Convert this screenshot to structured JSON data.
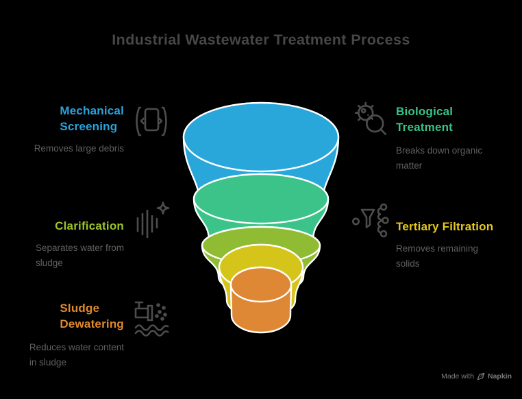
{
  "title": "Industrial Wastewater Treatment Process",
  "stages": [
    {
      "label": "Mechanical\nScreening",
      "description": "Removes large debris",
      "color": "#2BA3DB",
      "icon": "screening-icon"
    },
    {
      "label": "Biological\nTreatment",
      "description": "Breaks down organic\nmatter",
      "color": "#39C487",
      "icon": "microbe-magnifier-icon"
    },
    {
      "label": "Clarification",
      "description": "Separates water from\nsludge",
      "color": "#9DC428",
      "icon": "settling-bars-sparkle-icon"
    },
    {
      "label": "Tertiary Filtration",
      "description": "Removes remaining\nsolids",
      "color": "#E3C820",
      "icon": "funnel-branch-icon"
    },
    {
      "label": "Sludge\nDewatering",
      "description": "Reduces water content\nin sludge",
      "color": "#E08A2E",
      "icon": "pipe-discharge-waves-icon"
    }
  ],
  "funnel": {
    "type": "stacked-funnel",
    "layers": [
      {
        "stage": "Mechanical Screening",
        "order": 1,
        "color": "#29A7DB"
      },
      {
        "stage": "Biological Treatment",
        "order": 2,
        "color": "#3CC389"
      },
      {
        "stage": "Clarification",
        "order": 3,
        "color": "#8FBC33"
      },
      {
        "stage": "Tertiary Filtration",
        "order": 4,
        "color": "#D5C41A"
      },
      {
        "stage": "Sludge Dewatering",
        "order": 5,
        "color": "#DE8735"
      }
    ]
  },
  "watermark": {
    "prefix": "Made with",
    "brand": "Napkin"
  }
}
